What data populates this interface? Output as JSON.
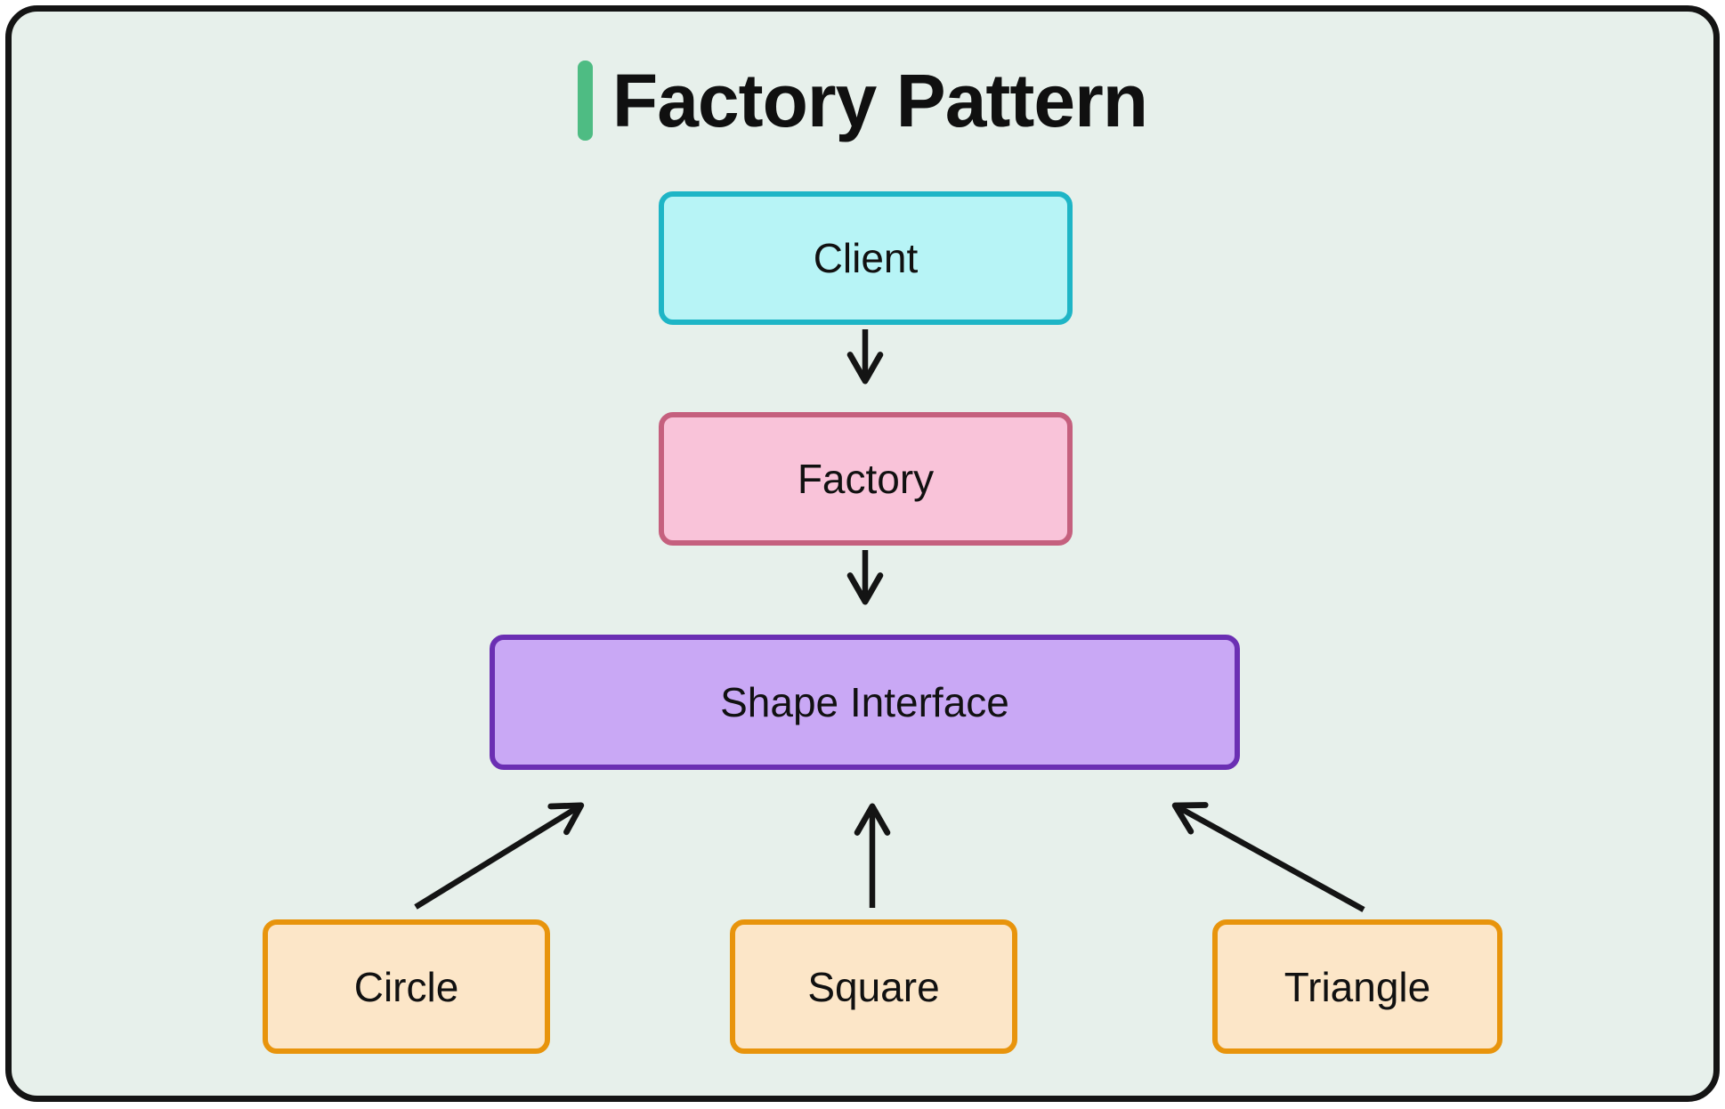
{
  "title": {
    "text": "Factory Pattern",
    "accent_color": "#4ebc83",
    "text_color": "#101010"
  },
  "canvas": {
    "background": "#e7f0eb",
    "border_color": "#141414",
    "outer_background": "#ffffff"
  },
  "arrow_color": "#141414",
  "nodes": {
    "client": {
      "label": "Client",
      "fill": "#b7f4f6",
      "border": "#1eb5c6"
    },
    "factory": {
      "label": "Factory",
      "fill": "#f9c3d9",
      "border": "#c5607e"
    },
    "shape_interface": {
      "label": "Shape Interface",
      "fill": "#c9a8f5",
      "border": "#6b2fb3"
    },
    "circle": {
      "label": "Circle",
      "fill": "#fce6c8",
      "border": "#e8940c"
    },
    "square": {
      "label": "Square",
      "fill": "#fce6c8",
      "border": "#e8940c"
    },
    "triangle": {
      "label": "Triangle",
      "fill": "#fce6c8",
      "border": "#e8940c"
    }
  },
  "edges": [
    {
      "from": "Client",
      "to": "Factory"
    },
    {
      "from": "Factory",
      "to": "Shape Interface"
    },
    {
      "from": "Circle",
      "to": "Shape Interface"
    },
    {
      "from": "Square",
      "to": "Shape Interface"
    },
    {
      "from": "Triangle",
      "to": "Shape Interface"
    }
  ]
}
